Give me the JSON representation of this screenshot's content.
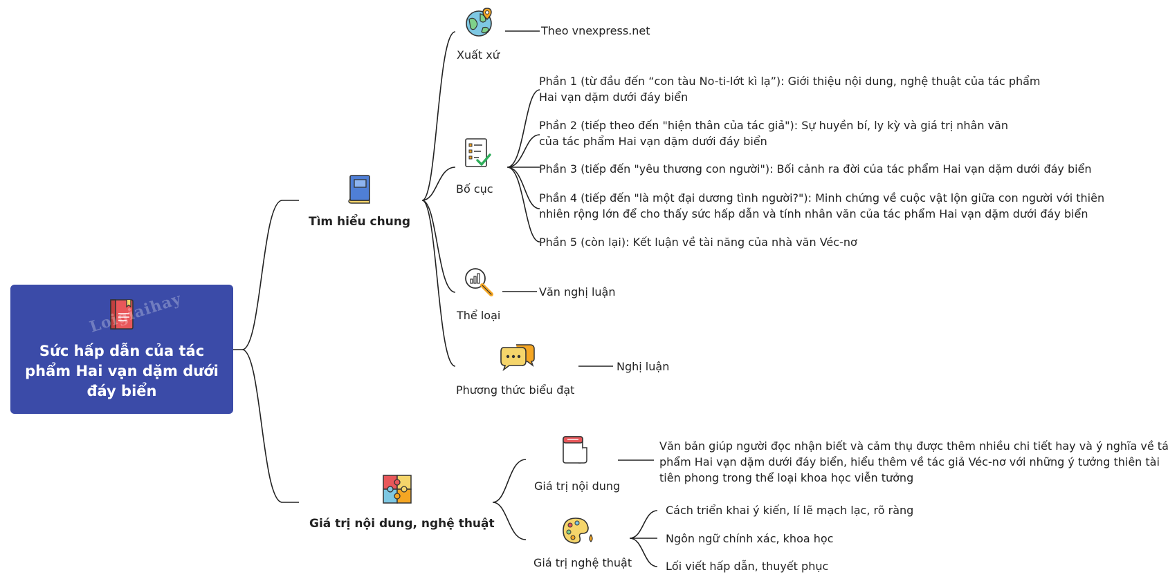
{
  "root": {
    "title": "Sức hấp dẫn của tác phẩm Hai vạn dặm dưới đáy biển",
    "watermark": "Loigiaihay"
  },
  "branches": [
    {
      "label": "Tìm hiểu chung",
      "children": [
        {
          "label": "Xuất xứ",
          "details": [
            "Theo vnexpress.net"
          ]
        },
        {
          "label": "Bố cục",
          "details": [
            [
              "Phần 1 (từ đầu đến “con tàu No-ti-lớt kì lạ”): Giới thiệu nội dung, nghệ thuật của tác phẩm",
              "Hai vạn dặm dưới đáy biển"
            ],
            [
              "Phần 2 (tiếp theo đến \"hiện thân của tác giả\"): Sự huyền bí, ly kỳ và giá trị nhân văn",
              "của tác phẩm Hai vạn dặm dưới đáy biển"
            ],
            [
              "Phần 3 (tiếp đến \"yêu thương con người\"): Bối cảnh ra đời của tác phẩm Hai vạn dặm dưới đáy biển"
            ],
            [
              "Phần 4 (tiếp đến \"là một đại dương tình người?\"): Minh chứng về cuộc vật lộn giữa con người với thiên",
              "nhiên rộng lớn để cho thấy sức hấp dẫn và tính nhân văn của tác phẩm Hai vạn dặm dưới đáy biển"
            ],
            [
              "Phần 5 (còn lại): Kết luận về tài năng của nhà văn Véc-nơ"
            ]
          ]
        },
        {
          "label": "Thể loại",
          "details": [
            "Văn nghị luận"
          ]
        },
        {
          "label": "Phương thức biểu đạt",
          "details": [
            "Nghị luận"
          ]
        }
      ]
    },
    {
      "label": "Giá trị nội dung, nghệ thuật",
      "children": [
        {
          "label": "Giá trị nội dung",
          "details": [
            [
              "Văn bản giúp người đọc nhận biết và cảm thụ được thêm nhiều chi tiết hay và ý nghĩa về tác",
              "phẩm Hai vạn dặm dưới đáy biển, hiểu thêm về tác giả Véc-nơ với những ý tưởng thiên tài",
              "tiên phong trong thể loại khoa học viễn tưởng"
            ]
          ]
        },
        {
          "label": "Giá trị nghệ thuật",
          "details": [
            "Cách triển khai ý kiến, lí lẽ mạch lạc, rõ ràng",
            "Ngôn ngữ chính xác, khoa học",
            "Lối viết hấp dẫn, thuyết phục"
          ]
        }
      ]
    }
  ],
  "colors": {
    "root_bg": "#3b4ba8",
    "line": "#222222"
  },
  "icons": [
    "book-icon",
    "blue-book-icon",
    "globe-pin-icon",
    "checklist-icon",
    "magnifier-chart-icon",
    "speech-bubbles-icon",
    "puzzle-icon",
    "notebook-icon",
    "palette-icon"
  ]
}
